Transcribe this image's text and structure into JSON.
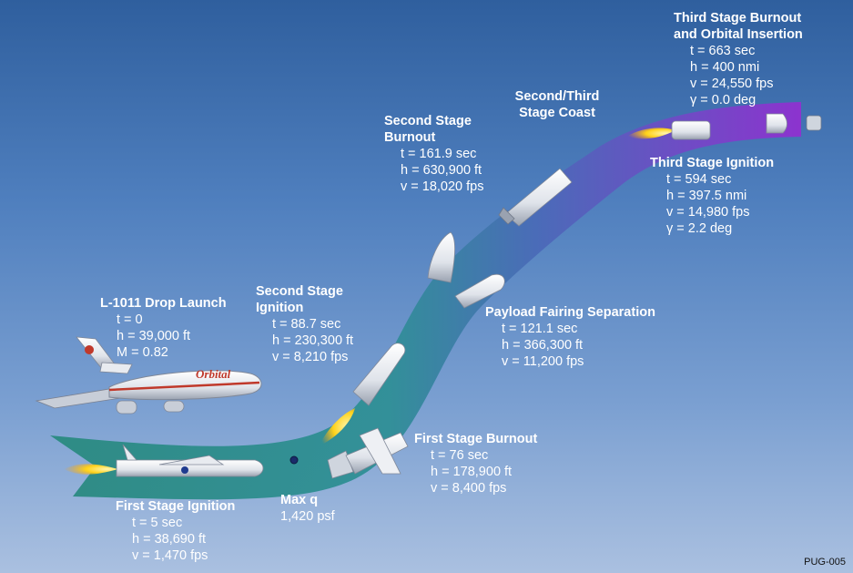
{
  "events": {
    "drop_launch": {
      "title": "L-1011 Drop Launch",
      "lines": [
        "t = 0",
        "h = 39,000 ft",
        "M = 0.82"
      ]
    },
    "first_ignition": {
      "title": "First Stage Ignition",
      "lines": [
        "t = 5 sec",
        "h = 38,690 ft",
        "v = 1,470 fps"
      ]
    },
    "max_q": {
      "title": "Max q",
      "lines": [
        "1,420 psf"
      ]
    },
    "first_burnout": {
      "title": "First Stage Burnout",
      "lines": [
        "t = 76 sec",
        "h = 178,900 ft",
        "v = 8,400 fps"
      ]
    },
    "second_ignition": {
      "title_lines": [
        "Second Stage",
        "Ignition"
      ],
      "lines": [
        "t = 88.7 sec",
        "h = 230,300 ft",
        "v = 8,210 fps"
      ]
    },
    "fairing_sep": {
      "title": "Payload Fairing Separation",
      "lines": [
        "t = 121.1 sec",
        "h = 366,300 ft",
        "v = 11,200 fps"
      ]
    },
    "second_burnout": {
      "title_lines": [
        "Second Stage",
        "Burnout"
      ],
      "lines": [
        "t = 161.9 sec",
        "h = 630,900 ft",
        "v = 18,020 fps"
      ]
    },
    "coast": {
      "title_lines": [
        "Second/Third",
        "Stage Coast"
      ]
    },
    "third_ignition": {
      "title": "Third Stage Ignition",
      "lines": [
        "t = 594 sec",
        "h = 397.5 nmi",
        "v = 14,980 fps",
        "γ = 2.2 deg"
      ]
    },
    "third_burnout": {
      "title_lines": [
        "Third Stage Burnout",
        "and Orbital Insertion"
      ],
      "lines": [
        "t = 663 sec",
        "h = 400 nmi",
        "v = 24,550 fps",
        "γ = 0.0 deg"
      ]
    }
  },
  "aircraft_brand": "Orbital",
  "doc_id": "PUG-005",
  "colors": {
    "trajectory_start": "#2f8f86",
    "trajectory_mid": "#3a7ab0",
    "trajectory_end": "#8a3ac8",
    "flame": "#ffd020",
    "label": "#ffffff"
  }
}
